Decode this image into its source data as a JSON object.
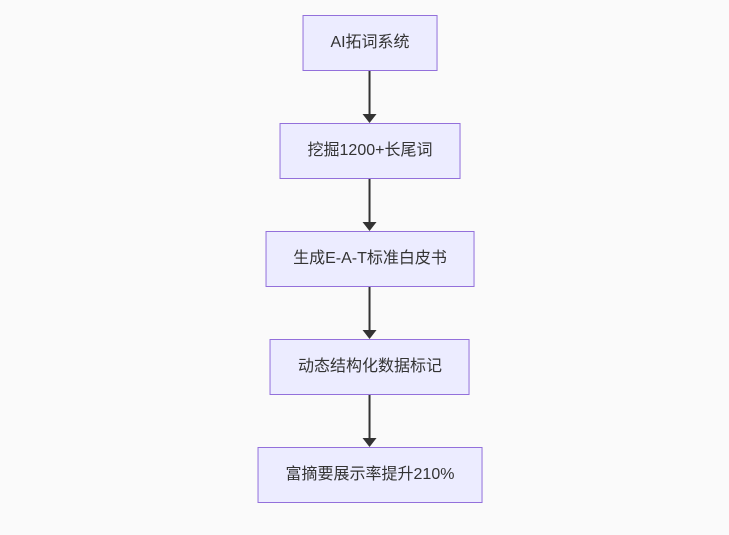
{
  "diagram": {
    "type": "flowchart",
    "direction": "top-down",
    "colors": {
      "background": "#fafafa",
      "node_fill": "#ECECFF",
      "node_border": "#9370DB",
      "node_text": "#333333",
      "arrow": "#333333"
    },
    "nodes": [
      {
        "id": "A",
        "label": "AI拓词系统"
      },
      {
        "id": "B",
        "label": "挖掘1200+长尾词"
      },
      {
        "id": "C",
        "label": "生成E-A-T标准白皮书"
      },
      {
        "id": "D",
        "label": "动态结构化数据标记"
      },
      {
        "id": "E",
        "label": "富摘要展示率提升210%"
      }
    ],
    "edges": [
      {
        "from": "A",
        "to": "B",
        "style": "arrow-down"
      },
      {
        "from": "B",
        "to": "C",
        "style": "arrow-down"
      },
      {
        "from": "C",
        "to": "D",
        "style": "arrow-down"
      },
      {
        "from": "D",
        "to": "E",
        "style": "arrow-down"
      }
    ]
  }
}
